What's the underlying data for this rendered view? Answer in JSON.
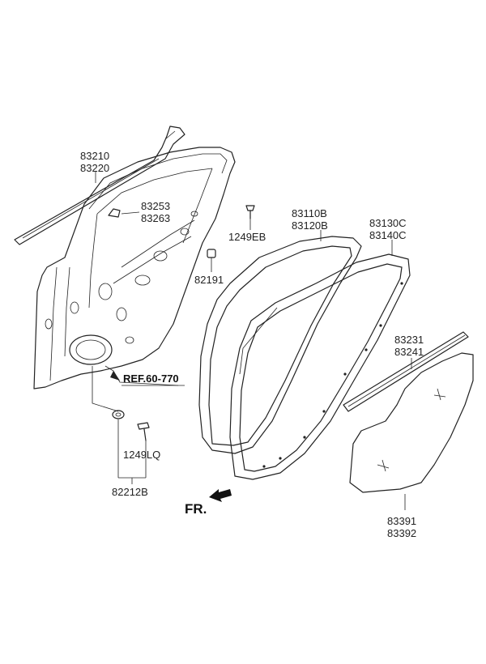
{
  "labels": {
    "p83210": "83210",
    "p83220": "83220",
    "p83253": "83253",
    "p83263": "83263",
    "p1249EB": "1249EB",
    "p82191": "82191",
    "p83110B": "83110B",
    "p83120B": "83120B",
    "p83130C": "83130C",
    "p83140C": "83140C",
    "p83231": "83231",
    "p83241": "83241",
    "p83391": "83391",
    "p83392": "83392",
    "p1249LQ": "1249LQ",
    "p82212B": "82212B",
    "ref": "REF.60-770",
    "fr": "FR."
  }
}
